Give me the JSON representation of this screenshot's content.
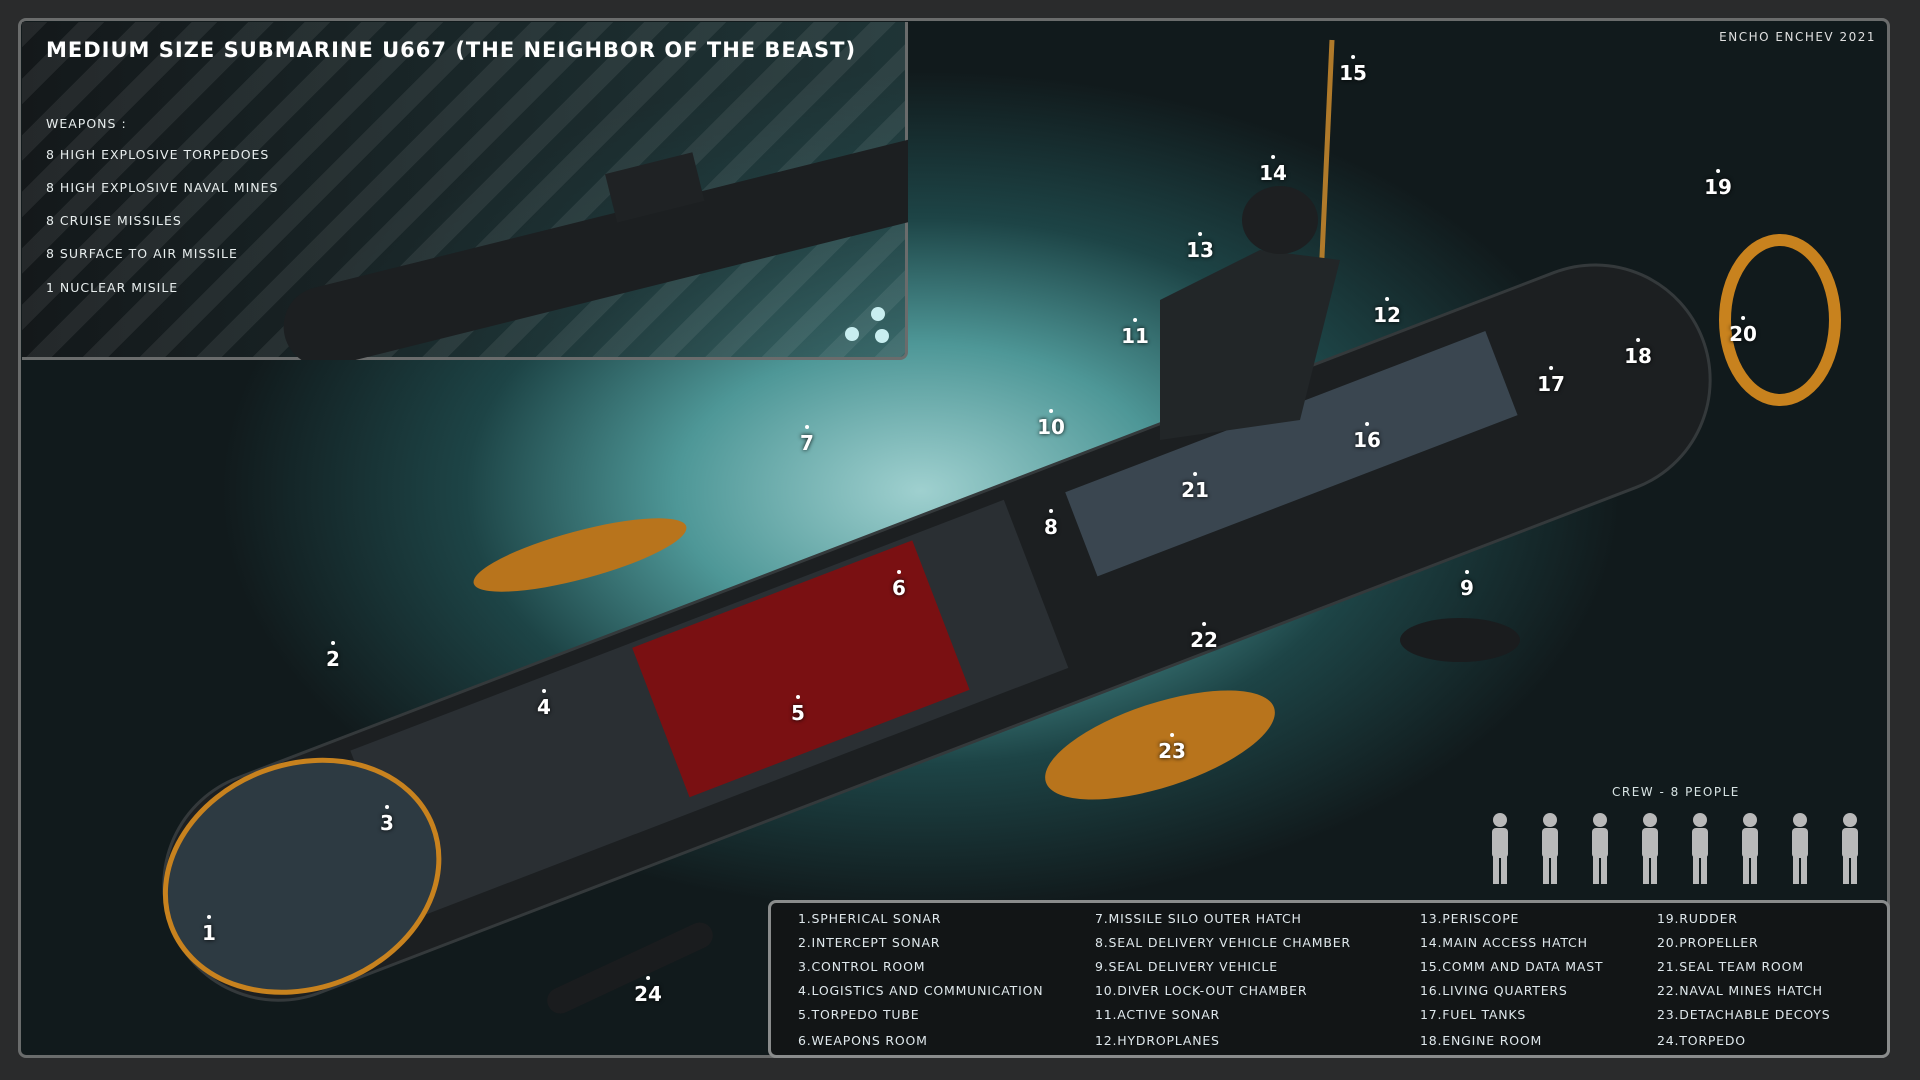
{
  "title": "MEDIUM SIZE SUBMARINE U667 (THE NEIGHBOR OF THE BEAST)",
  "credit": "ENCHO ENCHEV 2021",
  "weapons": {
    "heading": "WEAPONS :",
    "items": [
      "8 HIGH EXPLOSIVE TORPEDOES",
      "8 HIGH EXPLOSIVE NAVAL MINES",
      "8 CRUISE MISSILES",
      "8 SURFACE TO AIR MISSILE",
      "1 NUCLEAR MISILE"
    ]
  },
  "crew": {
    "label": "CREW - 8 PEOPLE",
    "count": 8
  },
  "callouts": [
    "1",
    "2",
    "3",
    "4",
    "5",
    "6",
    "7",
    "8",
    "9",
    "10",
    "11",
    "12",
    "13",
    "14",
    "15",
    "16",
    "17",
    "18",
    "19",
    "20",
    "21",
    "22",
    "23",
    "24"
  ],
  "legend": [
    [
      "1.SPHERICAL SONAR",
      "2.INTERCEPT SONAR",
      "3.CONTROL ROOM",
      "4.LOGISTICS AND COMMUNICATION",
      "5.TORPEDO TUBE",
      "6.WEAPONS ROOM"
    ],
    [
      "7.MISSILE SILO OUTER HATCH",
      "8.SEAL DELIVERY VEHICLE CHAMBER",
      "9.SEAL DELIVERY VEHICLE",
      "10.DIVER LOCK-OUT CHAMBER",
      "11.ACTIVE SONAR",
      "12.HYDROPLANES"
    ],
    [
      "13.PERISCOPE",
      "14.MAIN ACCESS HATCH",
      "15.COMM AND DATA MAST",
      "16.LIVING QUARTERS",
      "17.FUEL TANKS",
      "18.ENGINE ROOM"
    ],
    [
      "19.RUDDER",
      "20.PROPELLER",
      "21.SEAL TEAM ROOM",
      "22.NAVAL MINES HATCH",
      "23.DETACHABLE DECOYS",
      "24.TORPEDO"
    ]
  ],
  "colors": {
    "accent": "#c8821e",
    "hull": "#1e2123",
    "interior_red": "#c0141a"
  }
}
